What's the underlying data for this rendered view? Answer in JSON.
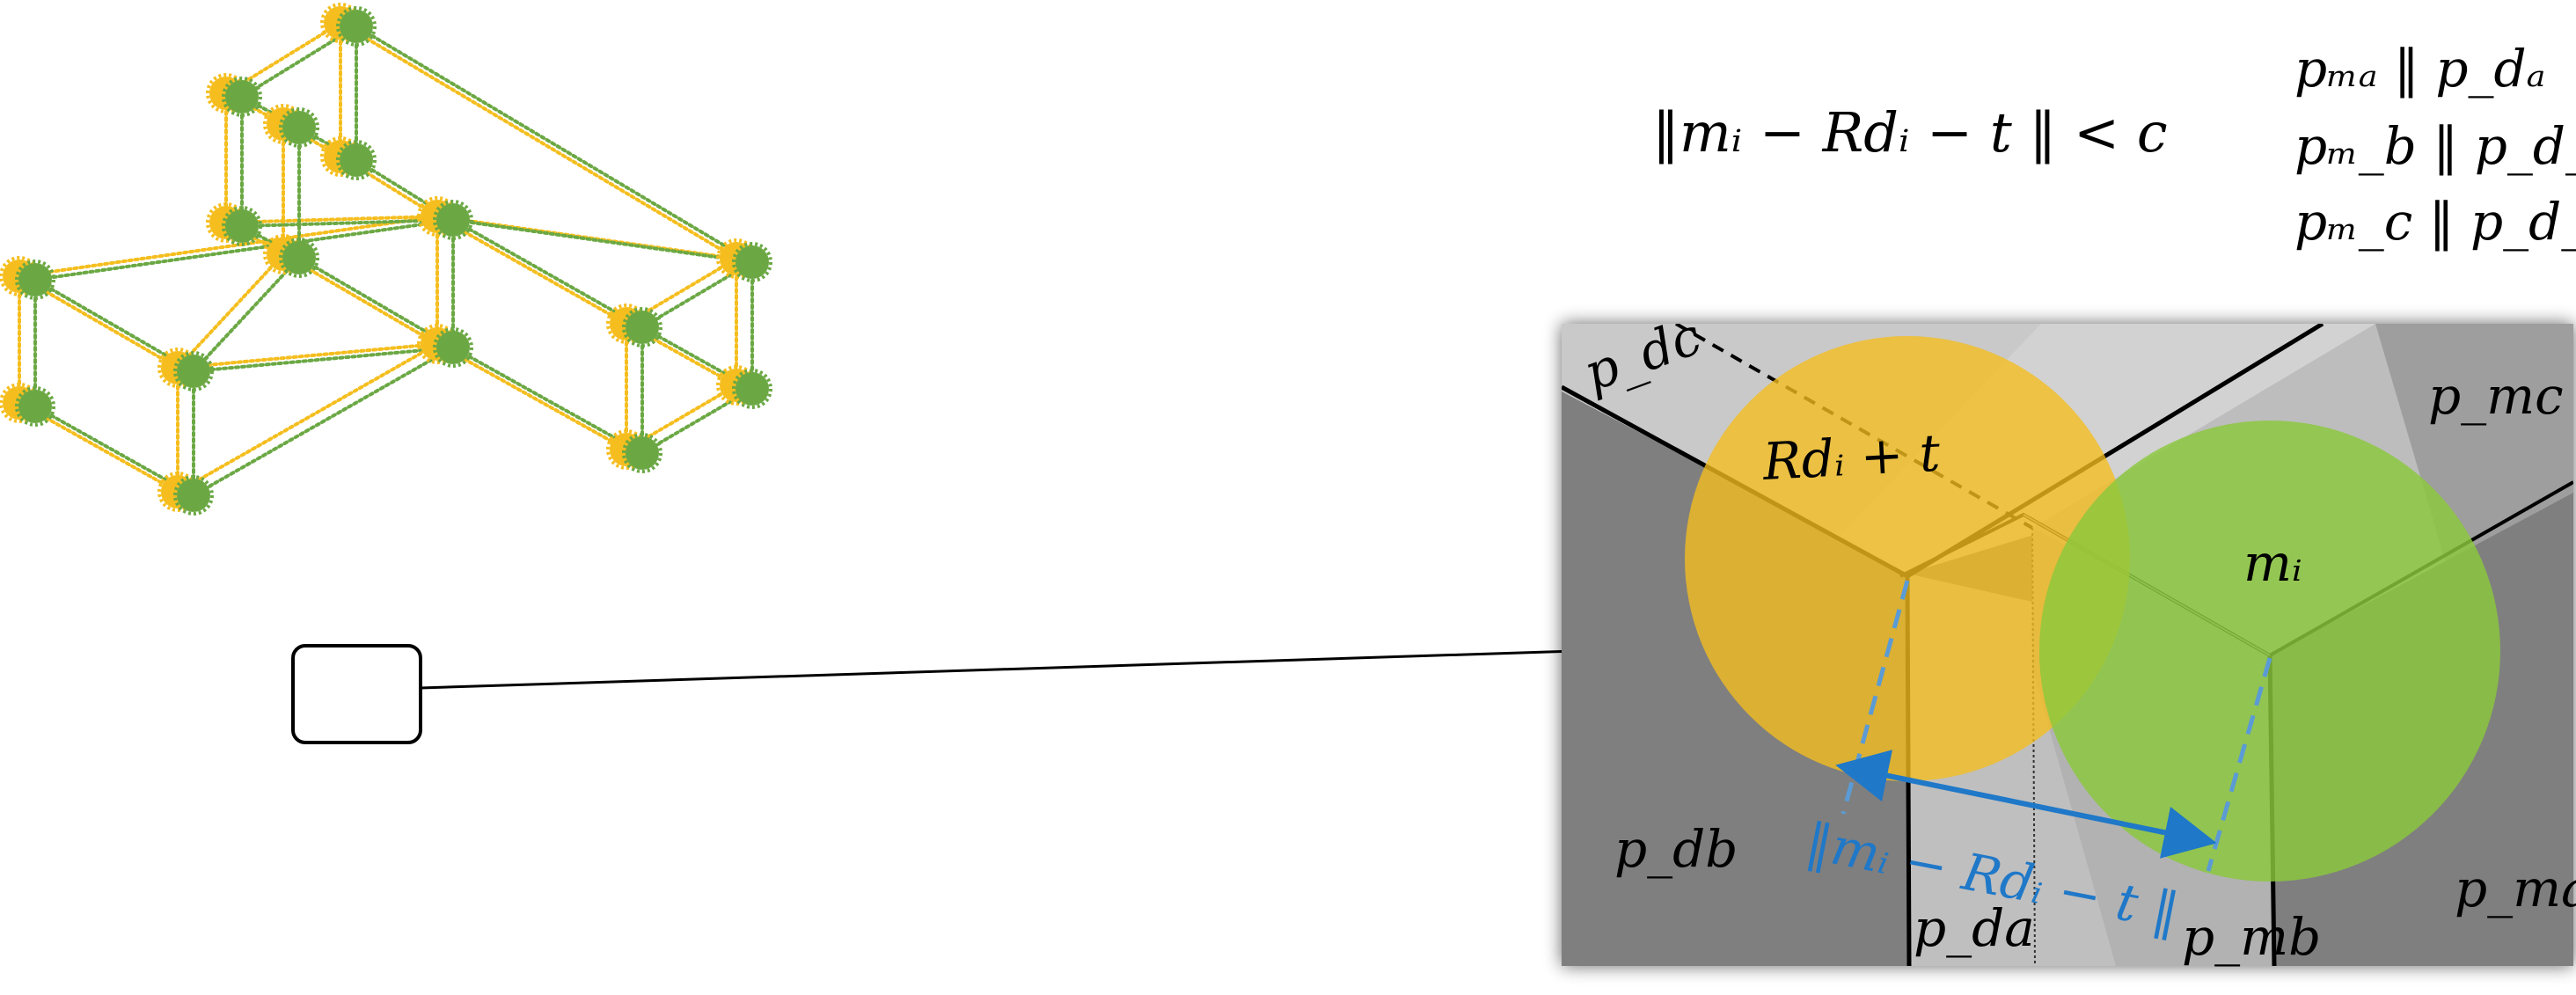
{
  "formulas": {
    "distance_condition": "‖mᵢ − Rdᵢ − t ‖ < c",
    "parallel": [
      "pₘₐ ‖ p_dₐ",
      "pₘ_b ‖ p_d_b",
      "pₘ_c ‖ p_d_c"
    ]
  },
  "detail": {
    "label_transformed": "Rdᵢ + t",
    "label_model": "mᵢ",
    "label_distance": "‖mᵢ − Rdᵢ − t ‖",
    "planes": {
      "pdc": "p_dc",
      "pdb": "p_db",
      "pda": "p_da",
      "pmc": "p_mc",
      "pmb": "p_mb",
      "pma": "p_ma"
    }
  },
  "colors": {
    "data_points": "#F5BE1E",
    "model_points": "#6BA844",
    "dark_plane": "#7f7f7f",
    "light_plane": "#c8c8c8",
    "mid_plane": "#a6a6a6",
    "distance_arrow": "#1f78c8",
    "dashed_projection": "#5b9bd5"
  }
}
